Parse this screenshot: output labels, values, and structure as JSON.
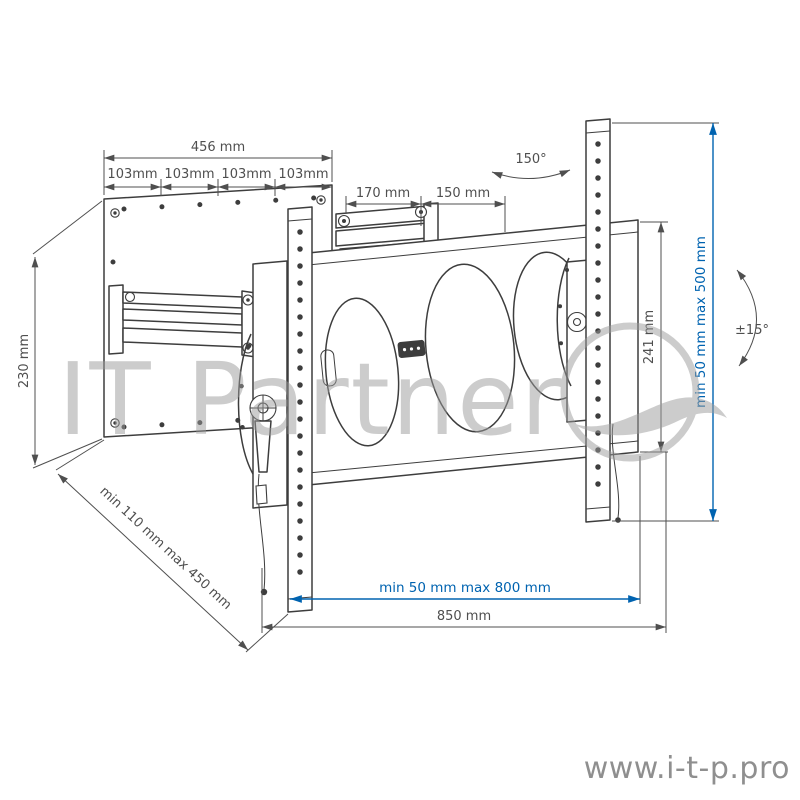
{
  "colors": {
    "line": "#3d3d3d",
    "dim": "#4f4f4f",
    "blue": "#0063b0",
    "watermark": "#9b9b9b",
    "footer": "#8f8f8f"
  },
  "labels": {
    "width_456": "456 mm",
    "seg_103": [
      "103mm",
      "103mm",
      "103mm",
      "103mm"
    ],
    "arm_170": "170 mm",
    "arm_150": "150 mm",
    "swivel_150": "150°",
    "height_241": "241 mm",
    "vesa_v": "min 50 mm max 500 mm",
    "tilt_15": "±15°",
    "height_230": "230 mm",
    "depth_range": "min 110 mm max 450 mm",
    "vesa_h": "min 50 mm max 800 mm",
    "width_850": "850 mm"
  },
  "watermark": {
    "text": "IT Partner"
  },
  "footer": {
    "url": "www.i-t-p.pro"
  }
}
